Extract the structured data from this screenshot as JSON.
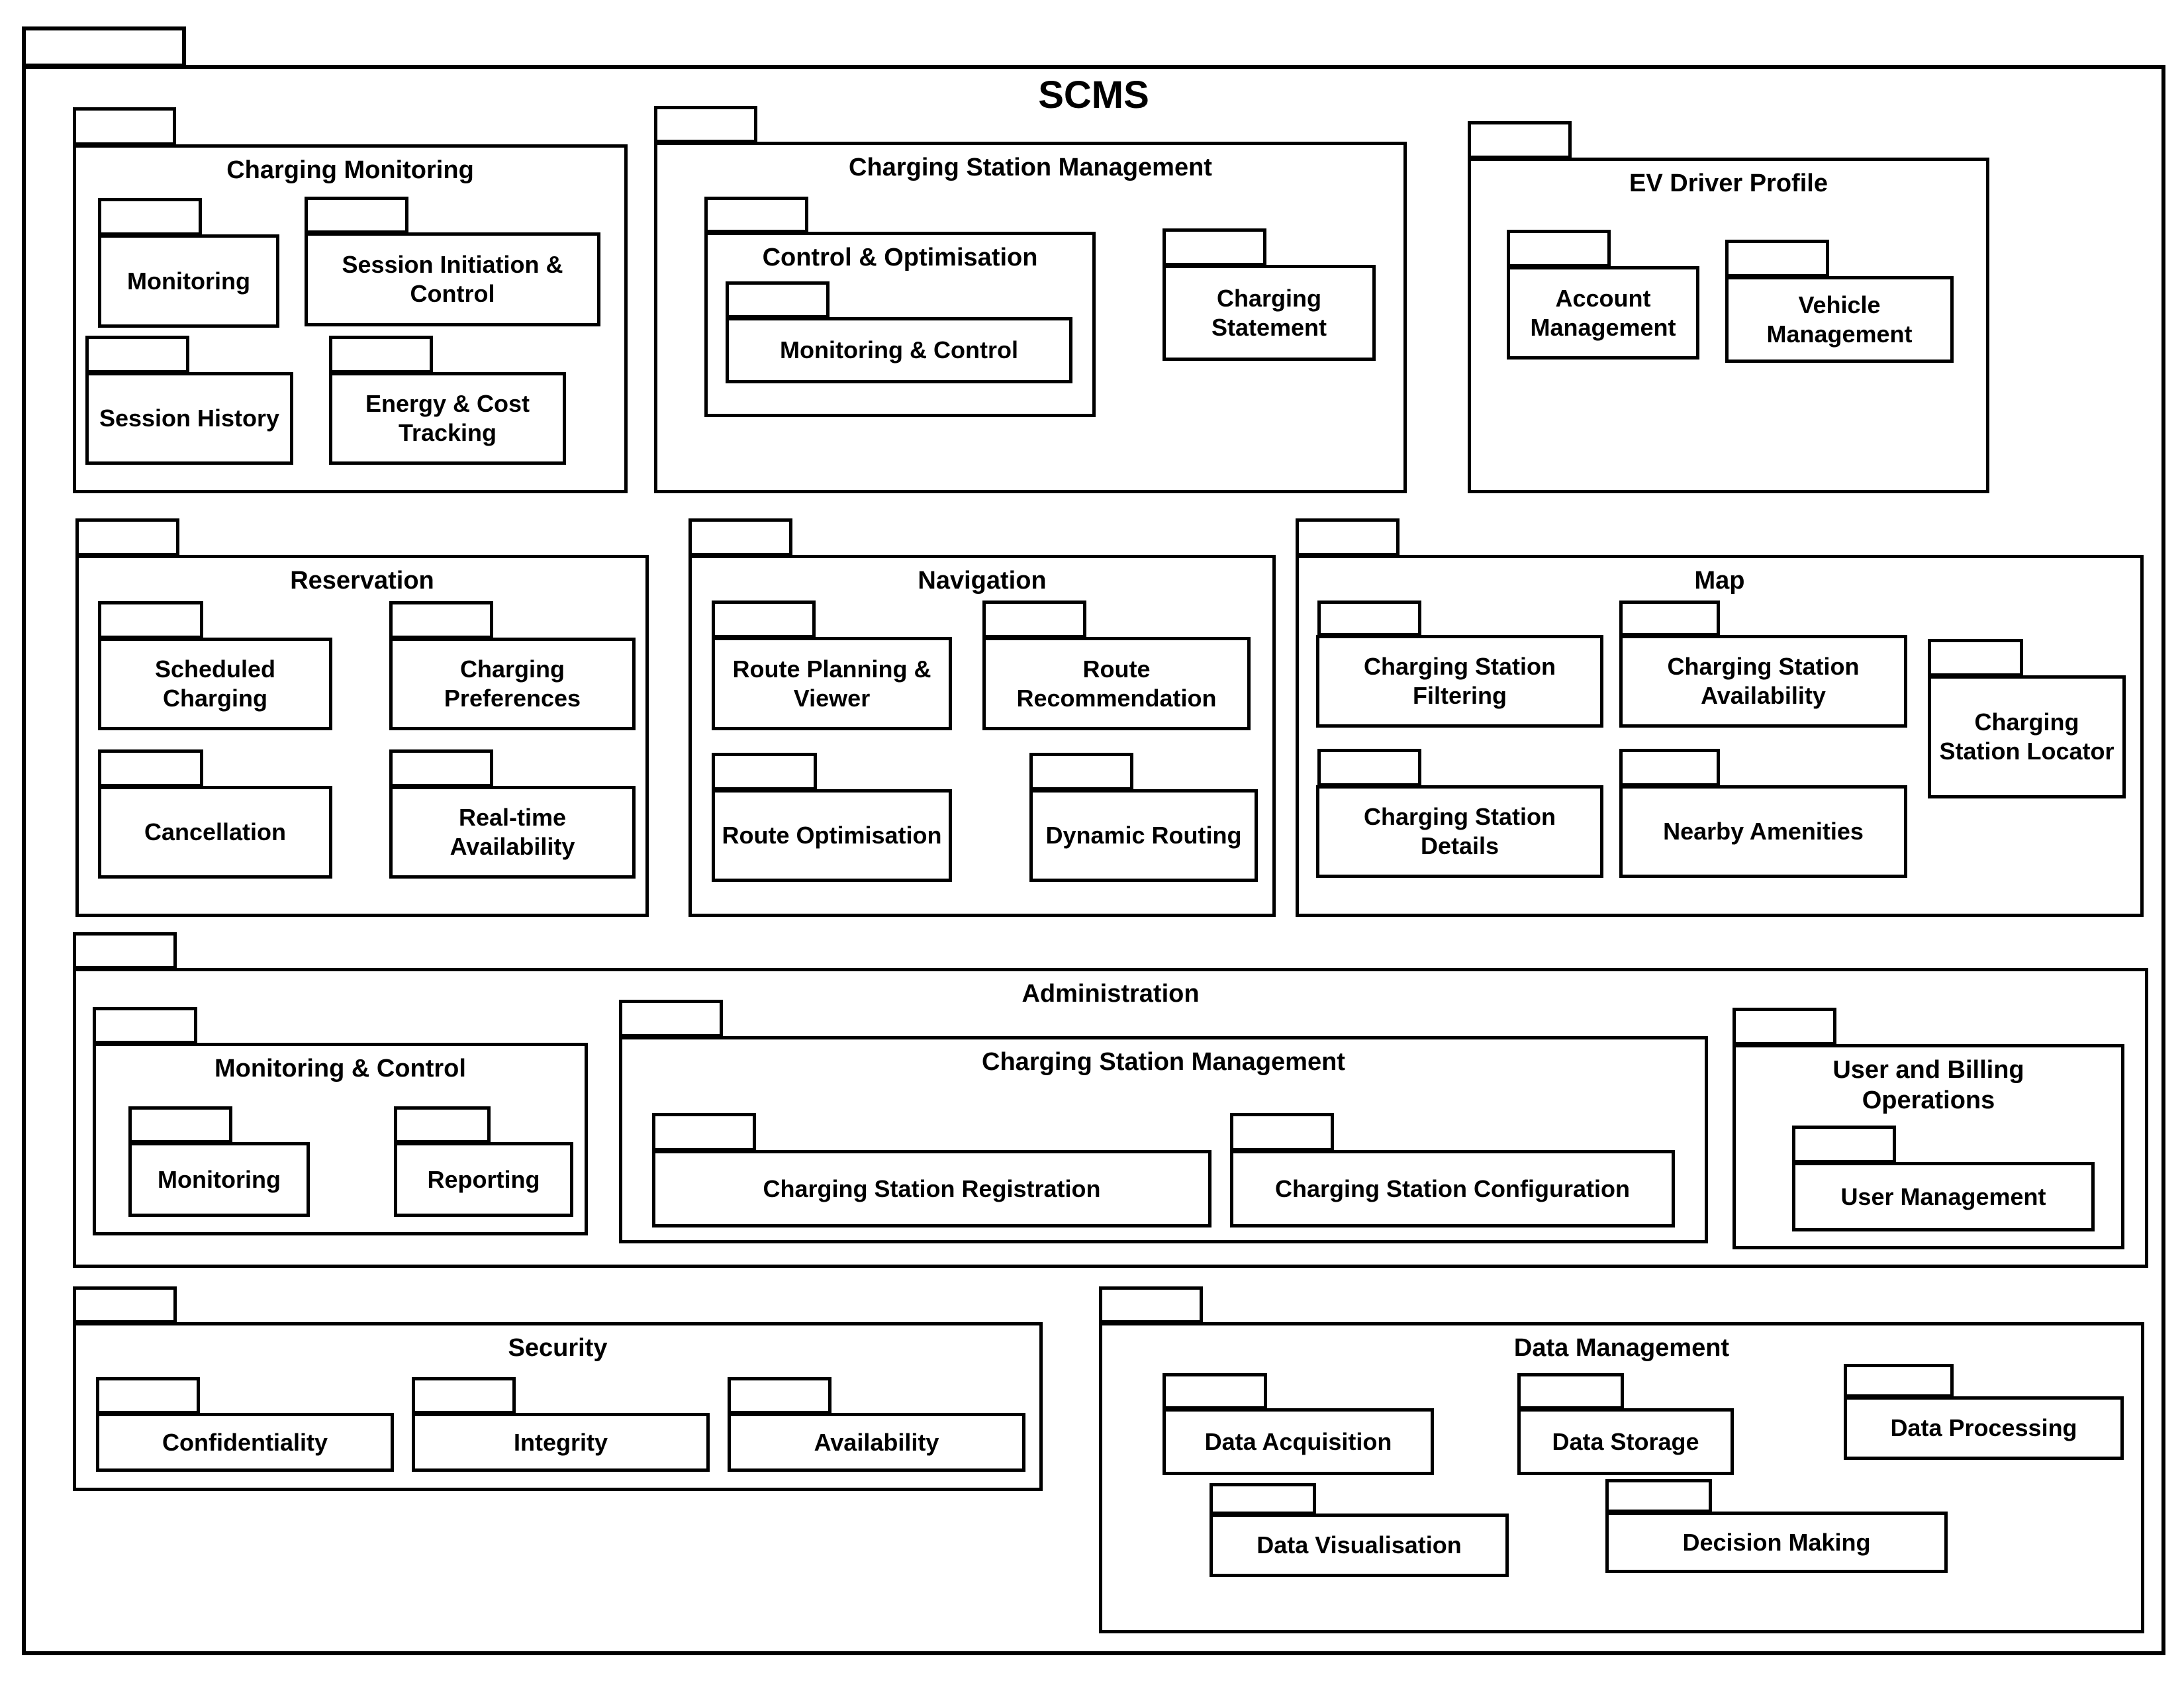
{
  "colors": {
    "line": "#000000",
    "background": "#ffffff"
  },
  "scms": {
    "title": "SCMS"
  },
  "charging_monitoring": {
    "title": "Charging Monitoring",
    "monitoring": "Monitoring",
    "session_initiation": "Session Initiation & Control",
    "session_history": "Session History",
    "energy_cost": "Energy & Cost Tracking"
  },
  "charging_station_mgmt": {
    "title": "Charging Station Management",
    "control_optimisation": "Control & Optimisation",
    "monitoring_control": "Monitoring & Control",
    "charging_statement": "Charging Statement"
  },
  "ev_driver_profile": {
    "title": "EV Driver Profile",
    "account_management": "Account Management",
    "vehicle_management": "Vehicle Management"
  },
  "reservation": {
    "title": "Reservation",
    "scheduled_charging": "Scheduled Charging",
    "charging_preferences": "Charging Preferences",
    "cancellation": "Cancellation",
    "realtime_availability": "Real-time Availability"
  },
  "navigation": {
    "title": "Navigation",
    "route_planning": "Route Planning & Viewer",
    "route_recommendation": "Route Recommendation",
    "route_optimisation": "Route Optimisation",
    "dynamic_routing": "Dynamic Routing"
  },
  "map": {
    "title": "Map",
    "cs_filtering": "Charging Station Filtering",
    "cs_availability": "Charging Station Availability",
    "cs_locator": "Charging Station Locator",
    "cs_details": "Charging Station Details",
    "nearby_amenities": "Nearby Amenities"
  },
  "administration": {
    "title": "Administration",
    "monitoring_control": {
      "title": "Monitoring & Control",
      "monitoring": "Monitoring",
      "reporting": "Reporting"
    },
    "charging_station_mgmt": {
      "title": "Charging Station Management",
      "registration": "Charging Station Registration",
      "configuration": "Charging Station Configuration"
    },
    "user_billing": {
      "title": "User and Billing Operations",
      "user_management": "User Management"
    }
  },
  "security": {
    "title": "Security",
    "confidentiality": "Confidentiality",
    "integrity": "Integrity",
    "availability": "Availability"
  },
  "data_management": {
    "title": "Data Management",
    "acquisition": "Data Acquisition",
    "storage": "Data Storage",
    "processing": "Data Processing",
    "visualisation": "Data Visualisation",
    "decision_making": "Decision Making"
  }
}
